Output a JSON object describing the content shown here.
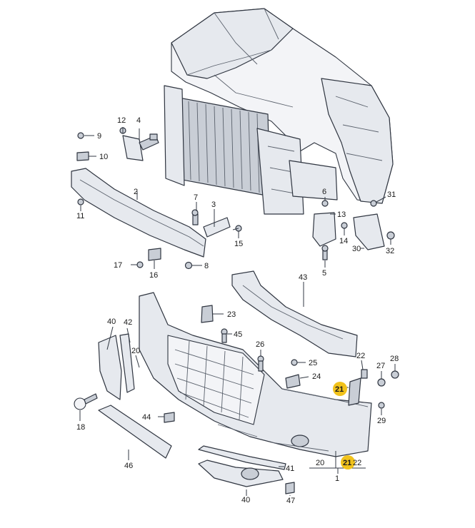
{
  "labels": {
    "l1": "1",
    "l2": "2",
    "l3": "3",
    "l4": "4",
    "l5": "5",
    "l6": "6",
    "l7": "7",
    "l8": "8",
    "l9": "9",
    "l10": "10",
    "l11": "11",
    "l12": "12",
    "l13": "13",
    "l14": "14",
    "l15": "15",
    "l16": "16",
    "l17": "17",
    "l18": "18",
    "l20a": "20",
    "l20b": "20",
    "l21a": "21",
    "l21b": "21",
    "l22a": "22",
    "l22b": "22",
    "l23": "23",
    "l24": "24",
    "l25": "25",
    "l26": "26",
    "l27": "27",
    "l28": "28",
    "l29": "29",
    "l30": "30",
    "l31": "31",
    "l32": "32",
    "l40a": "40",
    "l40b": "40",
    "l41": "41",
    "l42": "42",
    "l43": "43",
    "l44": "44",
    "l45": "45",
    "l46": "46",
    "l47": "47"
  },
  "colors": {
    "highlight": "#f1c21b"
  }
}
